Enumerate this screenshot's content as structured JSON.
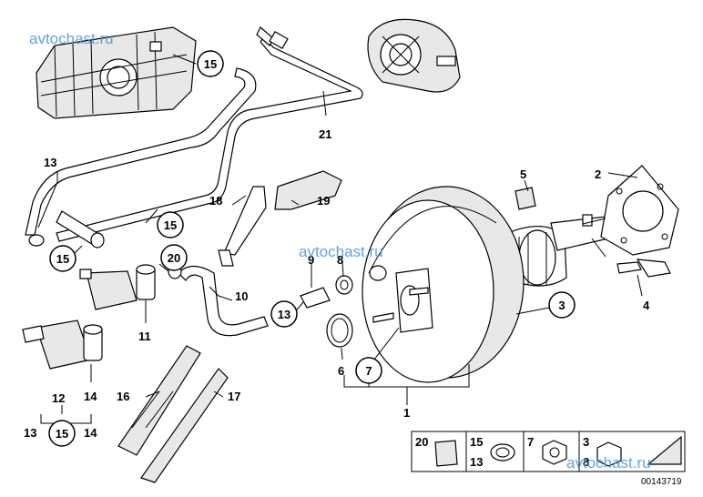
{
  "watermarks": [
    "avtochast.ru",
    "avtochast.ru",
    "avtochast.ru"
  ],
  "labels": {
    "l1": "1",
    "l2": "2",
    "l3": "3",
    "l4": "4",
    "l5": "5",
    "l6": "6",
    "l7": "7",
    "l8": "8",
    "l9": "9",
    "l10": "10",
    "l11": "11",
    "l12": "12",
    "l13a": "13",
    "l13b": "13",
    "l13c": "13",
    "l14a": "14",
    "l14b": "14",
    "l15a": "15",
    "l15b": "15",
    "l15c": "15",
    "l15d": "15",
    "l16": "16",
    "l17": "17",
    "l18": "18",
    "l19": "19",
    "l20": "20",
    "l21": "21"
  },
  "legend": {
    "cell1": "20",
    "cell2_top": "15",
    "cell2_bottom": "13",
    "cell3": "7",
    "cell4_top": "3",
    "cell4_bottom": "8"
  },
  "diagram_code": "00143719"
}
